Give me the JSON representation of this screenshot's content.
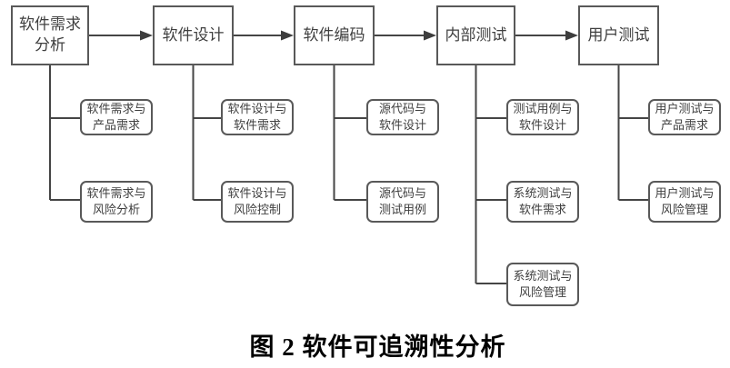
{
  "diagram": {
    "title": "software-traceability-flowchart",
    "stages": [
      {
        "label": "软件需求\n分析",
        "links": [
          "软件需求与\n产品需求",
          "软件需求与\n风险分析"
        ]
      },
      {
        "label": "软件设计",
        "links": [
          "软件设计与\n软件需求",
          "软件设计与\n风险控制"
        ]
      },
      {
        "label": "软件编码",
        "links": [
          "源代码与\n软件设计",
          "源代码与\n测试用例"
        ]
      },
      {
        "label": "内部测试",
        "links": [
          "测试用例与\n软件设计",
          "系统测试与\n软件需求",
          "系统测试与\n风险管理"
        ]
      },
      {
        "label": "用户测试",
        "links": [
          "用户测试与\n产品需求",
          "用户测试与\n风险管理"
        ]
      }
    ],
    "caption": "图 2  软件可追溯性分析",
    "colors": {
      "box_border": "#595959",
      "box_text": "#3f3f3f",
      "connector": "#454545",
      "caption_text": "#000000",
      "background": "#ffffff"
    }
  }
}
